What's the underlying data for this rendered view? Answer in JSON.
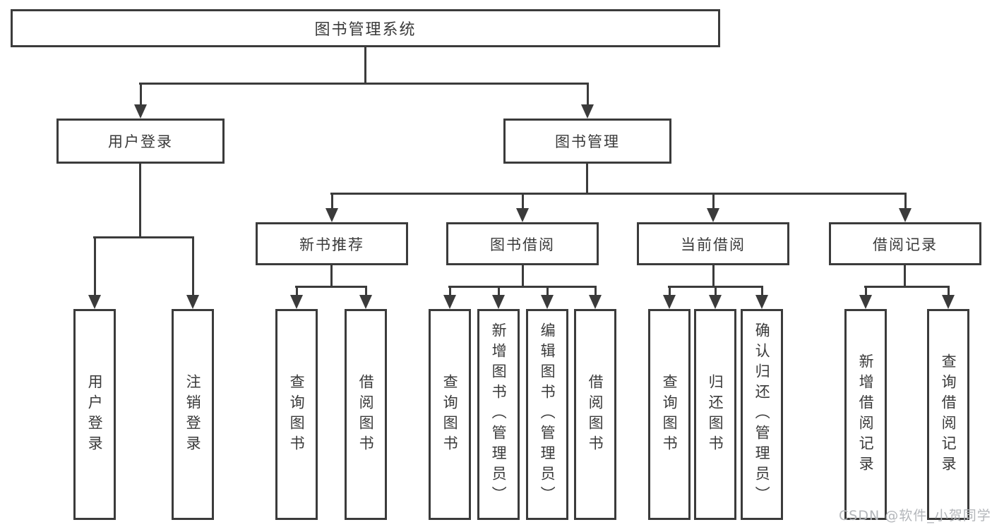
{
  "diagram_title": "图书管理系统",
  "nodes": {
    "root": "图书管理系统",
    "user_login": "用户登录",
    "book_mgmt": "图书管理",
    "new_books": "新书推荐",
    "book_borrow": "图书借阅",
    "current_borrow": "当前借阅",
    "borrow_records": "借阅记录",
    "leaf_user_login": "用户登录",
    "leaf_logout": "注销登录",
    "leaf_nb_query": "查询图书",
    "leaf_nb_borrow": "借阅图书",
    "leaf_bb_query": "查询图书",
    "leaf_bb_add": "新增图书（管理员）",
    "leaf_bb_edit": "编辑图书（管理员）",
    "leaf_bb_borrow": "借阅图书",
    "leaf_cb_query": "查询图书",
    "leaf_cb_return": "归还图书",
    "leaf_cb_confirm": "确认归还（管理员）",
    "leaf_br_add": "新增借阅记录",
    "leaf_br_query": "查询借阅记录"
  },
  "watermark": "CSDN @软件_小贺同学",
  "colors": {
    "line": "#3b3b3b",
    "text": "#3a3a3a",
    "background": "#ffffff",
    "watermark": "#b3b6ba"
  }
}
